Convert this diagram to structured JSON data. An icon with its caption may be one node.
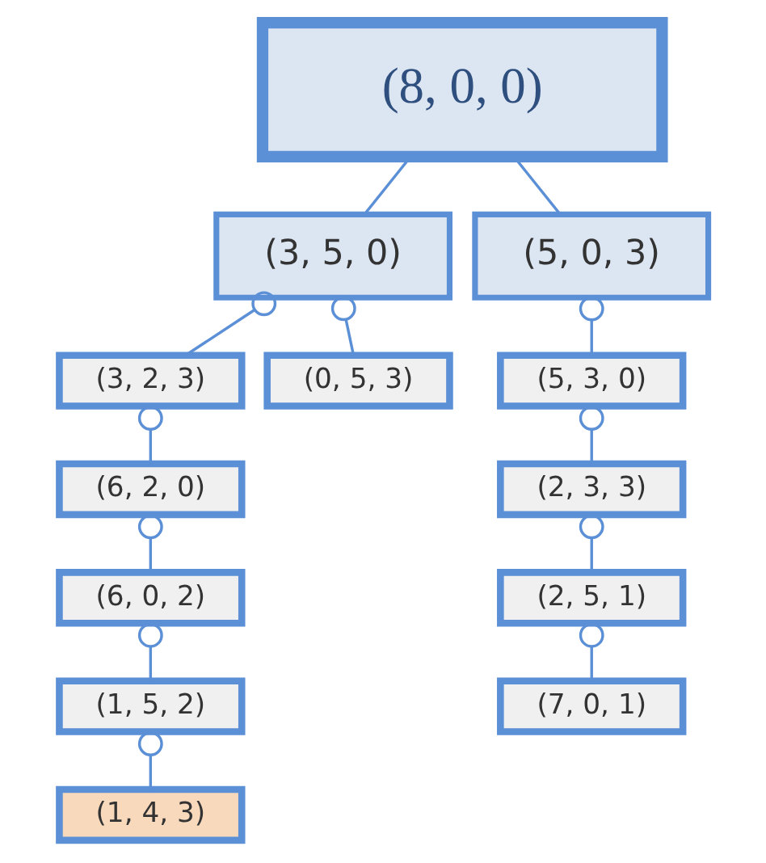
{
  "diagram": {
    "nodes": [
      {
        "text": [
          "(8, 0, 0)"
        ]
      },
      {
        "text": [
          "(3, 5, 0)"
        ]
      },
      {
        "text": [
          "(5, 0, 3)"
        ]
      },
      {
        "text": [
          "(3, 2, 3)"
        ]
      },
      {
        "text": [
          "(0, 5, 3)"
        ]
      },
      {
        "text": [
          "(6, 2, 0)"
        ]
      },
      {
        "text": [
          "(6, 0, 2)"
        ]
      },
      {
        "text": [
          "(1, 5, 2)"
        ]
      },
      {
        "text": [
          "(1, 4, 3)"
        ]
      },
      {
        "text": [
          "(5, 3, 0)"
        ]
      },
      {
        "text": [
          "(2, 3, 3)"
        ]
      },
      {
        "text": [
          "(2, 5, 1)"
        ]
      },
      {
        "text": [
          "(7, 0, 1)"
        ]
      }
    ],
    "edges": [
      {
        "from": 0,
        "to": 1,
        "arrow": "none"
      },
      {
        "from": 0,
        "to": 2,
        "arrow": "none"
      },
      {
        "from": 1,
        "to": 3,
        "arrow": "other"
      },
      {
        "from": 1,
        "to": 4,
        "arrow": "other"
      },
      {
        "from": 3,
        "to": 5,
        "arrow": "other"
      },
      {
        "from": 5,
        "to": 6,
        "arrow": "other"
      },
      {
        "from": 6,
        "to": 7,
        "arrow": "other"
      },
      {
        "from": 7,
        "to": 8,
        "arrow": "other"
      },
      {
        "from": 2,
        "to": 9,
        "arrow": "other"
      },
      {
        "from": 9,
        "to": 10,
        "arrow": "other"
      },
      {
        "from": 10,
        "to": 11,
        "arrow": "other"
      },
      {
        "from": 11,
        "to": 12,
        "arrow": "other"
      }
    ]
  }
}
